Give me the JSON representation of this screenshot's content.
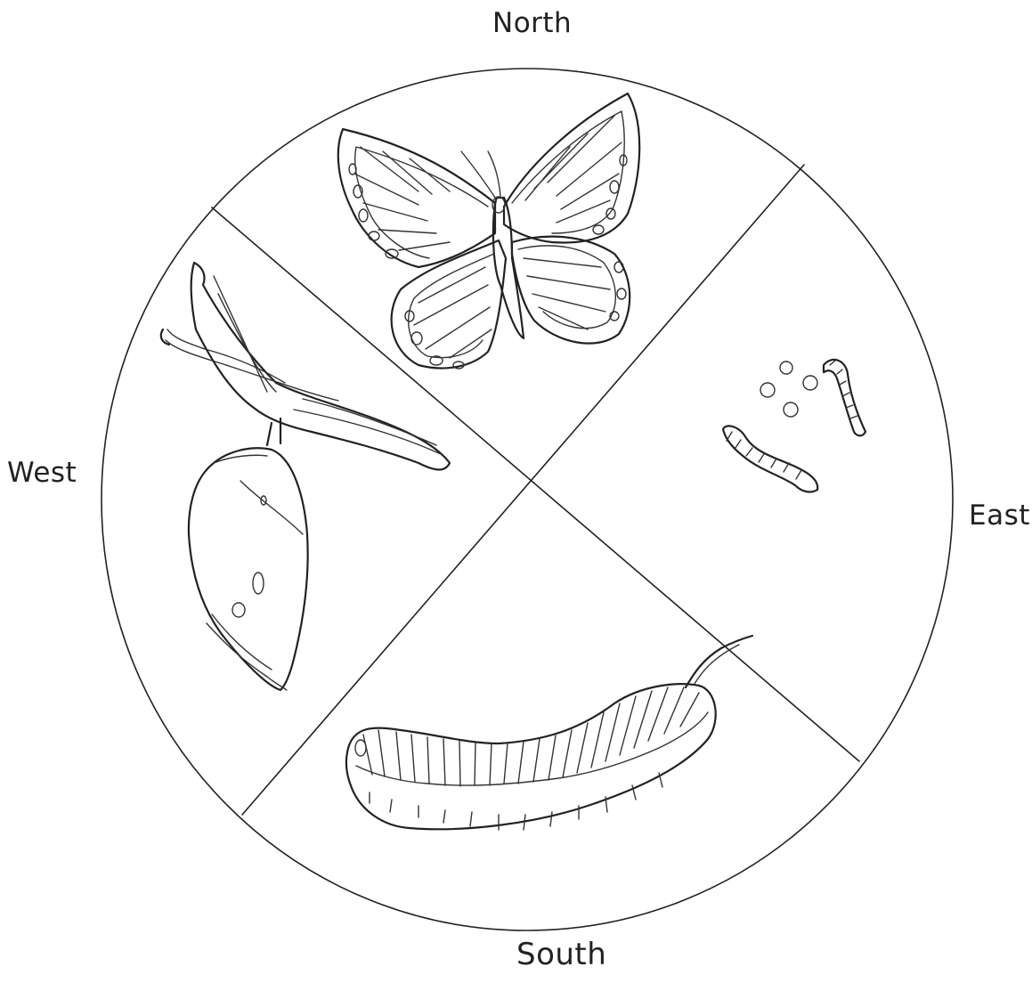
{
  "directions": {
    "north": "North",
    "south": "South",
    "east": "East",
    "west": "West"
  },
  "stages": [
    {
      "quadrant": "north",
      "icon": "butterfly-icon"
    },
    {
      "quadrant": "east",
      "icon": "eggs-and-larvae-icon"
    },
    {
      "quadrant": "south",
      "icon": "caterpillar-icon"
    },
    {
      "quadrant": "west",
      "icon": "chrysalis-icon"
    }
  ],
  "colors": {
    "ink": "#222222",
    "background": "#ffffff"
  }
}
